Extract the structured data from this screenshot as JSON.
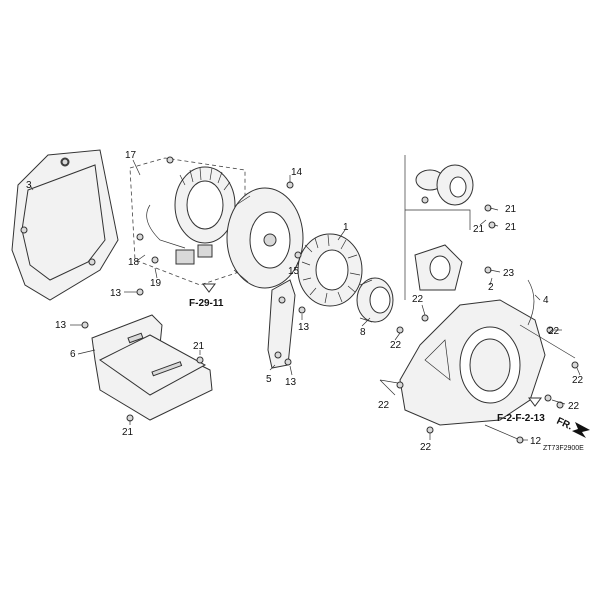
{
  "callouts": {
    "c1": "1",
    "c2": "2",
    "c3": "3",
    "c4": "4",
    "c5": "5",
    "c6": "6",
    "c8": "8",
    "c12": "12",
    "c13a": "13",
    "c13b": "13",
    "c13c": "13",
    "c13d": "13",
    "c14": "14",
    "c15": "15",
    "c17": "17",
    "c18": "18",
    "c19": "19",
    "c21a": "21",
    "c21b": "21",
    "c21c": "21",
    "c21d": "21",
    "c21e": "21",
    "c22a": "22",
    "c22b": "22",
    "c22c": "22",
    "c22d": "22",
    "c22e": "22",
    "c22f": "22",
    "c22g": "22",
    "c23": "23"
  },
  "references": {
    "f29": "F-29-11",
    "f2": "F-2-F-2-13"
  },
  "front_marker": "FR.",
  "drawing_code": "ZT73F2900E"
}
